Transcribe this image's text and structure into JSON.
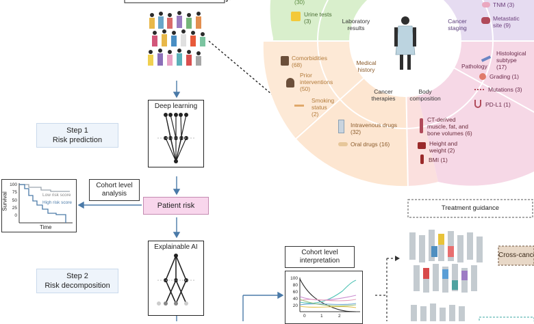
{
  "wheel": {
    "urine": {
      "name": "Urine tests",
      "count": "(3)"
    },
    "top_left_count": "(30)",
    "lab": {
      "l1": "Laboratory",
      "l2": "results"
    },
    "cancer_staging": {
      "l1": "Cancer",
      "l2": "staging"
    },
    "tnm": "TNM (3)",
    "metastatic": {
      "l1": "Metastatic",
      "l2": "site (9)"
    },
    "medical_history": {
      "l1": "Medical",
      "l2": "history"
    },
    "comorbidities": {
      "l1": "Comorbidities",
      "l2": "(68)"
    },
    "prior": {
      "l1": "Prior",
      "l2": "interventions",
      "l3": "(50)"
    },
    "smoking": {
      "l1": "Smoking",
      "l2": "status",
      "l3": "(2)"
    },
    "pathology": "Pathology",
    "histological": {
      "l1": "Histological",
      "l2": "subtype",
      "l3": "(17)"
    },
    "grading": "Grading (1)",
    "mutations": "Mutations (3)",
    "pdl1": "PD-L1 (1)",
    "cancer_therapies": {
      "l1": "Cancer",
      "l2": "therapies"
    },
    "body_comp": {
      "l1": "Body",
      "l2": "composition"
    },
    "iv_drugs": {
      "l1": "Intravenous drugs",
      "l2": "(32)"
    },
    "oral_drugs": "Oral drugs (16)",
    "ct": {
      "l1": "CT-derived",
      "l2": "muscle, fat, and",
      "l3": "bone volumes (6)"
    },
    "height_weight": {
      "l1": "Height and",
      "l2": "weight (2)"
    },
    "bmi": "BMI (1)"
  },
  "flow": {
    "deep_learning": "Deep learning",
    "step1": {
      "l1": "Step 1",
      "l2": "Risk prediction"
    },
    "cohort_analysis": {
      "l1": "Cohort level",
      "l2": "analysis"
    },
    "patient_risk": "Patient risk",
    "explainable_ai": "Explainable AI",
    "step2": {
      "l1": "Step 2",
      "l2": "Risk decomposition"
    },
    "cohort_interp": {
      "l1": "Cohort level",
      "l2": "interpretation"
    },
    "treatment_guidance": "Treatment guidance",
    "cross_cancer": "Cross-cancer"
  },
  "km": {
    "ylabel": "Survival",
    "xlabel": "Time",
    "ticks": [
      "100",
      "75",
      "50",
      "25",
      "0"
    ],
    "low": "Low risk score",
    "high": "High risk score"
  },
  "interp": {
    "yticks": [
      "100",
      "80",
      "60",
      "40",
      "20"
    ],
    "xticks": [
      "0",
      "1",
      "2"
    ]
  },
  "colors": {
    "lab": "#d9efcc",
    "teal": "#cdeee4",
    "blue_top": "#d6e4f4",
    "staging": "#e6dcf1",
    "pathology": "#f6d8e6",
    "body": "#fbe0de",
    "therapies": "#fde6d1",
    "history": "#fde9d6",
    "accent_blue": "#4a7aa8",
    "patient_risk": "#f8d6ec",
    "cross_cancer": "#e8d8c7"
  }
}
